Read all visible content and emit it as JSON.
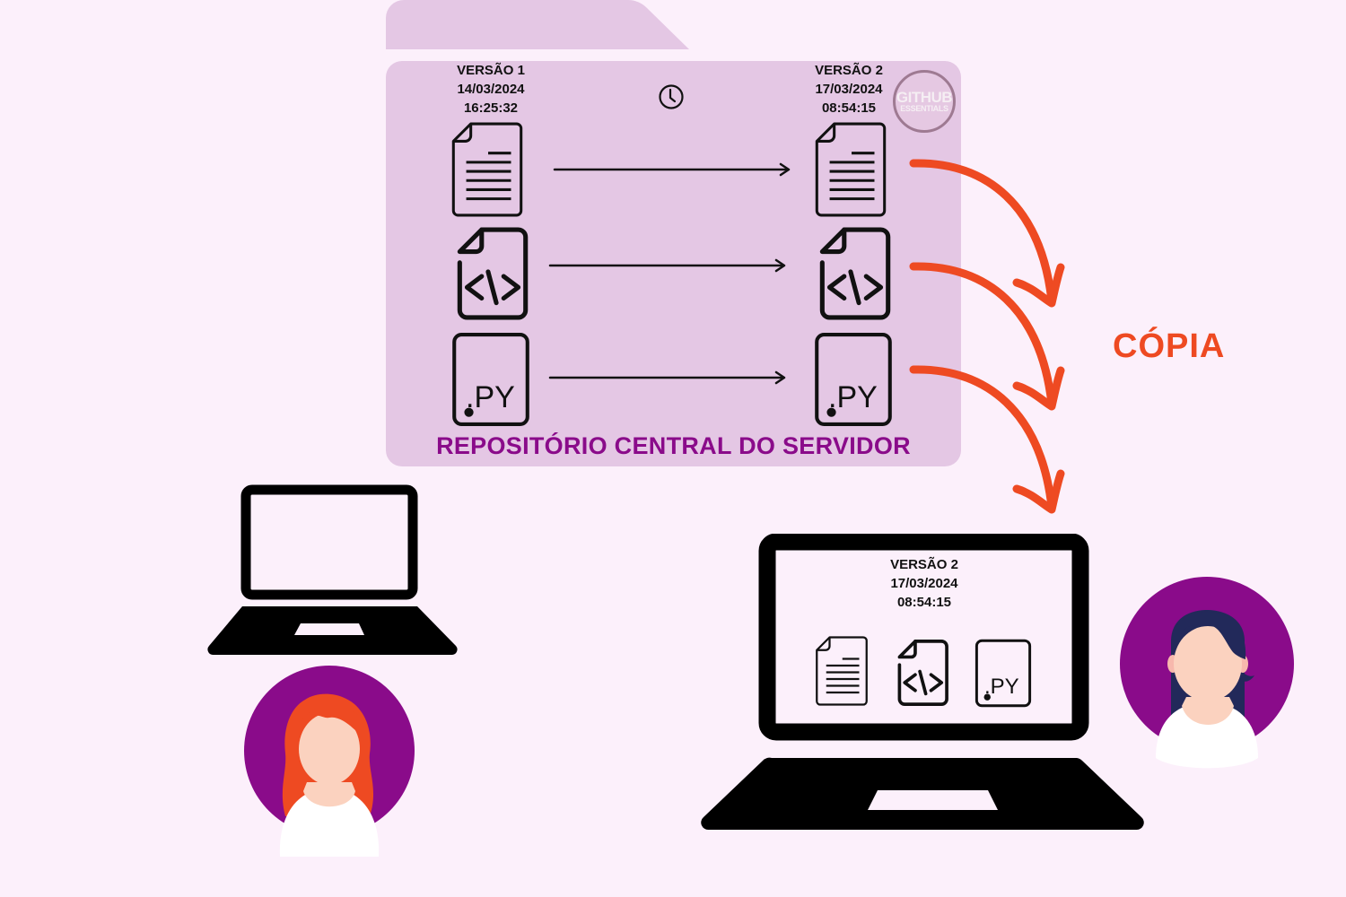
{
  "diagram": {
    "repository": {
      "title": "REPOSITÓRIO CENTRAL DO SERVIDOR",
      "history_icon": "clock-icon",
      "badge": {
        "line1": "GITHUB",
        "line2": "ESSENTIALS"
      },
      "versions": [
        {
          "name": "VERSÃO 1",
          "date": "14/03/2024",
          "time": "16:25:32"
        },
        {
          "name": "VERSÃO 2",
          "date": "17/03/2024",
          "time": "08:54:15"
        }
      ],
      "files": [
        {
          "type": "text-document-icon",
          "label": ""
        },
        {
          "type": "code-file-icon",
          "label": "</>"
        },
        {
          "type": "python-file-icon",
          "label": ".PY"
        }
      ]
    },
    "copy_label": "CÓPIA",
    "local_copy": {
      "name": "VERSÃO 2",
      "date": "17/03/2024",
      "time": "08:54:15",
      "files": [
        {
          "type": "text-document-icon",
          "label": ""
        },
        {
          "type": "code-file-icon",
          "label": "</>"
        },
        {
          "type": "python-file-icon",
          "label": ".PY"
        }
      ]
    },
    "users": [
      {
        "name": "user-red-hair",
        "hair_color": "#ee4a22"
      },
      {
        "name": "user-dark-hair",
        "hair_color": "#22295a"
      }
    ],
    "colors": {
      "background": "#fcf0fb",
      "folder": "#e4c7e4",
      "title": "#8a0b8a",
      "accent": "#ee4a22",
      "avatar_bg": "#8a0b8a"
    }
  }
}
